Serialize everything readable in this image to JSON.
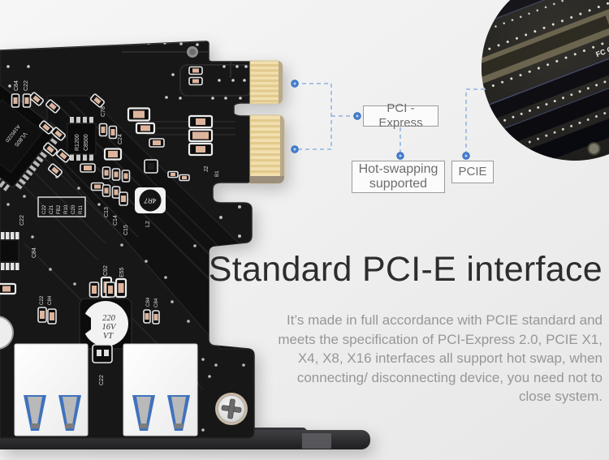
{
  "colors": {
    "accent_blue": "#4a84d4",
    "dash_blue": "#8fb2e0",
    "gold": "#f1e0ae",
    "board_black": "#171717",
    "background_top": "#f6f6f6",
    "background_bottom": "#e7e7e7"
  },
  "callouts": {
    "pci_express": {
      "label": "PCI - Express"
    },
    "hot_swapping": {
      "line1": "Hot-swapping",
      "line2": "supported"
    },
    "pcie": {
      "label": "PCIE"
    }
  },
  "headline": {
    "title": "Standard PCI-E interface"
  },
  "description": {
    "lines": [
      "It’s made in full accordance with PCIE standard and",
      "meets the specification of PCI-Express 2.0, PCIE X1,",
      "X4, X8, X16 interfaces all support hot swap, when",
      "connecting/ disconnecting device, you need not to",
      "close system."
    ]
  },
  "pcb": {
    "silkscreen": {
      "c84_top": "C84",
      "c22_top": "C22",
      "chip_line1": "VL805",
      "chip_line2": "A1952Z0",
      "ic_line1": "R1200",
      "ic_line2": "C8500",
      "c78": "C78",
      "c24": "C24",
      "j2": "J2",
      "b1": "B1",
      "group": [
        "C22",
        "C21",
        "FB2",
        "R10",
        "C20",
        "R11"
      ],
      "c13": "C13",
      "c14": "C14",
      "c15": "C15",
      "l2": "L2",
      "inductor": "4R7",
      "c22_left": "C22",
      "c84_left": "C84",
      "c92": "C92",
      "e55": "E55",
      "c22_pair": "C22",
      "c84_pair": "C84",
      "c84_r1": "C84",
      "c84_r2": "C84",
      "cap_value": "220",
      "cap_voltage": "16V",
      "cap_mark": "VT",
      "c22_usb": "C22"
    }
  },
  "photo": {
    "marking": "FC CE"
  }
}
